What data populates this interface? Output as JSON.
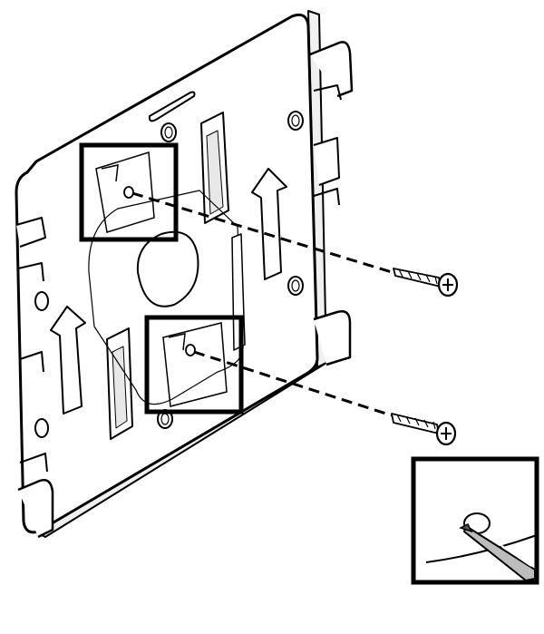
{
  "figure": {
    "description_visible_text": "",
    "colors": {
      "stroke": "#000000",
      "plate_fill": "#ffffff",
      "shading": "#e6e6e6",
      "highlight_box": "#000000"
    },
    "parts": {
      "plate": "mounting-bracket",
      "screws": 2,
      "callout_boxes": 2,
      "detail_inset": "screwdriver-tip-in-hole"
    }
  }
}
